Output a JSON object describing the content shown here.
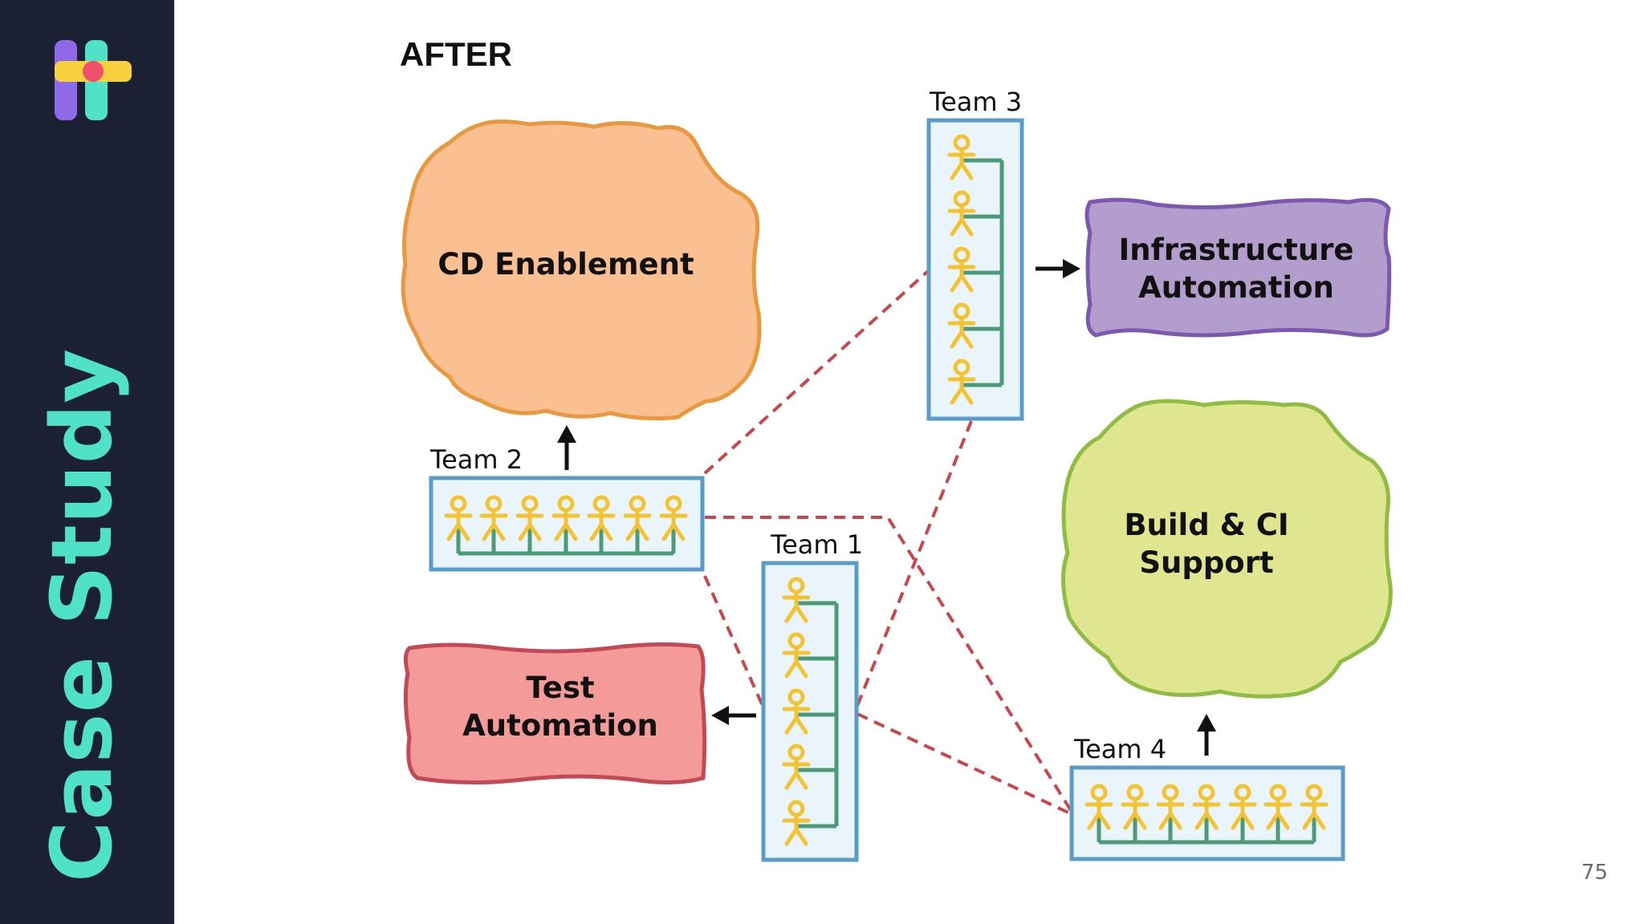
{
  "sidebar": {
    "title": "Case Study",
    "logo_icon": "brand-logo-icon"
  },
  "heading": "AFTER",
  "page_number": "75",
  "areas": {
    "cd_enablement": {
      "label": "CD Enablement",
      "color": "#fac091"
    },
    "infrastructure_automation": {
      "line1": "Infrastructure",
      "line2": "Automation",
      "color": "#b39dcc"
    },
    "build_ci_support": {
      "line1": "Build & CI",
      "line2": "Support",
      "color": "#dfe68f"
    },
    "test_automation": {
      "line1": "Test",
      "line2": "Automation",
      "color": "#f49b99"
    }
  },
  "teams": {
    "team1": {
      "label": "Team 1",
      "members": 5,
      "orientation": "vertical"
    },
    "team2": {
      "label": "Team 2",
      "members": 7,
      "orientation": "horizontal"
    },
    "team3": {
      "label": "Team 3",
      "members": 5,
      "orientation": "vertical"
    },
    "team4": {
      "label": "Team 4",
      "members": 7,
      "orientation": "horizontal"
    }
  },
  "colors": {
    "sidebar_bg": "#1b2133",
    "sidebar_text": "#4fe2c9",
    "team_box_border": "#5b9bc9",
    "team_box_fill": "#eaf4fb",
    "person": "#f3c332",
    "connector": "#4d9a78",
    "dashed_link": "#c9474b"
  }
}
